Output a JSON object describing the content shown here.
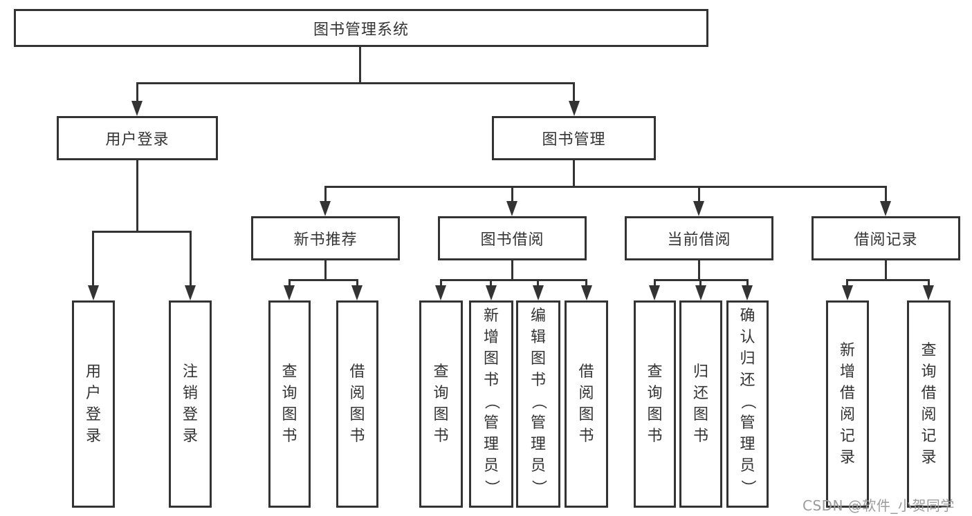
{
  "nodes": {
    "root": "图书管理系统",
    "user_login": "用户登录",
    "book_mgmt": "图书管理",
    "new_book": "新书推荐",
    "book_borrow": "图书借阅",
    "current_borrow": "当前借阅",
    "borrow_record": "借阅记录",
    "leaf_user_login": "用户登录",
    "leaf_logout": "注销登录",
    "leaf_nb_query": "查询图书",
    "leaf_nb_borrow": "借阅图书",
    "leaf_bb_query": "查询图书",
    "leaf_bb_add": "新增图书（管理员）",
    "leaf_bb_edit": "编辑图书（管理员）",
    "leaf_bb_borrow": "借阅图书",
    "leaf_cb_query": "查询图书",
    "leaf_cb_return": "归还图书",
    "leaf_cb_confirm": "确认归还（管理员）",
    "leaf_br_add": "新增借阅记录",
    "leaf_br_query": "查询借阅记录"
  },
  "watermark": "CSDN @软件_小贺同学",
  "colors": {
    "line": "#333333",
    "text": "#333333",
    "watermark": "#9b9b9b",
    "background": "#ffffff"
  }
}
